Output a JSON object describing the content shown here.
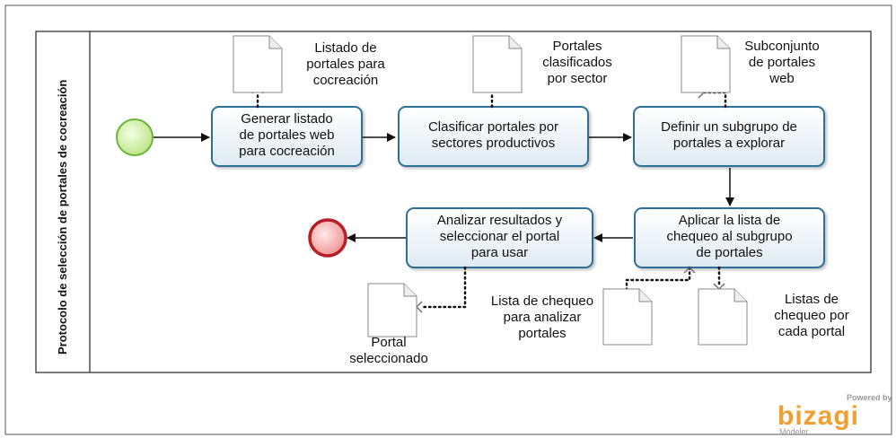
{
  "pool": {
    "title": "Protocolo de  selección de portales de cocreación"
  },
  "tasks": [
    {
      "lines": [
        "Generar listado",
        "de portales web",
        "para cocreación"
      ]
    },
    {
      "lines": [
        "Clasificar portales por",
        "sectores productivos"
      ]
    },
    {
      "lines": [
        "Definir un subgrupo de",
        "portales a explorar"
      ]
    },
    {
      "lines": [
        "Aplicar la lista de",
        "chequeo al subgrupo",
        "de portales"
      ]
    },
    {
      "lines": [
        "Analizar resultados y",
        "seleccionar el portal",
        "para usar"
      ]
    }
  ],
  "documents": [
    {
      "lines": [
        "Listado de",
        "portales para",
        "cocreación"
      ]
    },
    {
      "lines": [
        "Portales",
        "clasificados",
        "por sector"
      ]
    },
    {
      "lines": [
        "Subconjunto",
        "de portales",
        "web"
      ]
    },
    {
      "lines": [
        "Lista de chequeo",
        "para analizar",
        "portales"
      ]
    },
    {
      "lines": [
        "Listas de",
        "chequeo por",
        "cada portal"
      ]
    },
    {
      "lines": [
        "Portal",
        "seleccionado"
      ]
    }
  ],
  "events": {
    "start": "start-event",
    "end": "end-event"
  },
  "watermark": {
    "powered": "Powered by",
    "brand": "bizagi",
    "sub": "Modeler"
  },
  "colors": {
    "task_stroke": "#2e6f98",
    "task_fill_top": "#ffffff",
    "task_fill_bottom": "#dfeaf3",
    "start_fill": "#c8ec9a",
    "start_stroke": "#6bb53a",
    "end_fill": "#f29a9a",
    "end_stroke": "#b51f26",
    "brand": "#f0a030"
  }
}
